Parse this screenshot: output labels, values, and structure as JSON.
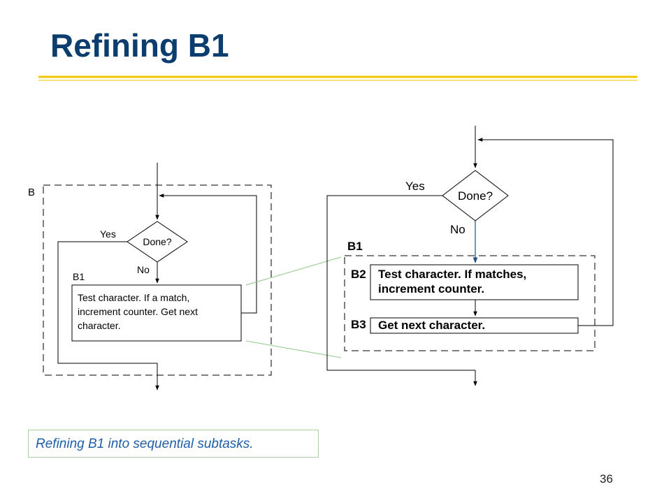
{
  "slide": {
    "title": "Refining B1",
    "caption": "Refining B1 into sequential subtasks.",
    "page_number": "36"
  },
  "left_flowchart": {
    "region_label": "B",
    "decision": "Done?",
    "yes_label": "Yes",
    "no_label": "No",
    "block_label": "B1",
    "block_text": [
      "Test character.  If a match,",
      "increment counter.  Get next",
      "character."
    ]
  },
  "right_flowchart": {
    "decision": "Done?",
    "yes_label": "Yes",
    "no_label": "No",
    "region_label": "B1",
    "step1_label": "B2",
    "step1_text": [
      "Test character.  If matches,",
      "increment counter."
    ],
    "step2_label": "B3",
    "step2_text": "Get next character."
  },
  "colors": {
    "title": "#0b3d6f",
    "rule_gold": "#f2c500",
    "connector_green": "#8fc98a",
    "caption_text": "#1f5fa8",
    "arrow_blue": "#1f4e8c"
  }
}
